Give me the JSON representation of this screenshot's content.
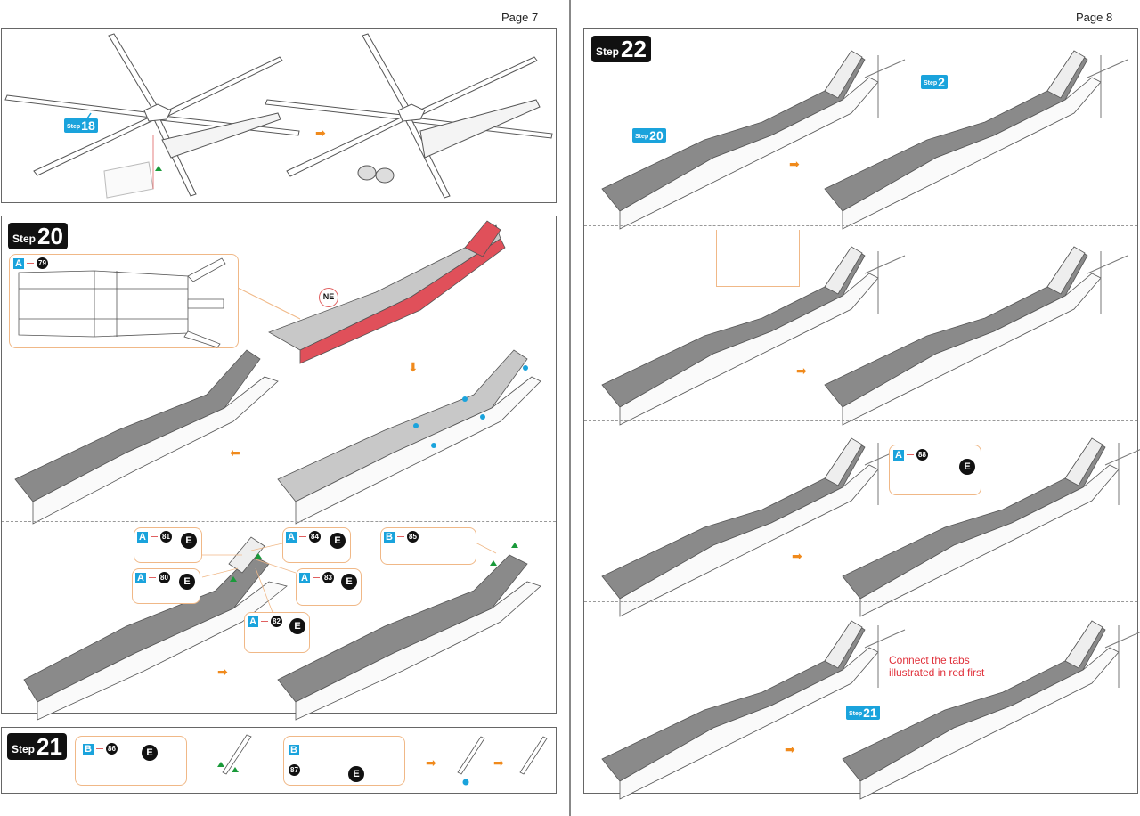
{
  "left_page": {
    "page_label": "Page 7",
    "step18_panel": {
      "ref_tag": {
        "word": "Step",
        "number": "18"
      }
    },
    "step20_panel": {
      "badge": {
        "word": "Step",
        "number": "20"
      },
      "detail": {
        "sheet": "A",
        "part": "79"
      },
      "ne_label": "NE",
      "sub_callouts": [
        {
          "sheet": "A",
          "part": "81",
          "tool": "E"
        },
        {
          "sheet": "A",
          "part": "80",
          "tool": "E"
        },
        {
          "sheet": "A",
          "part": "84",
          "tool": "E"
        },
        {
          "sheet": "A",
          "part": "83",
          "tool": "E"
        },
        {
          "sheet": "A",
          "part": "82",
          "tool": "E"
        },
        {
          "sheet": "B",
          "part": "85"
        }
      ]
    },
    "step21_panel": {
      "badge": {
        "word": "Step",
        "number": "21"
      },
      "callouts": [
        {
          "sheet": "B",
          "part": "86",
          "tool": "E"
        },
        {
          "sheet": "B",
          "part": "87",
          "tool": "E"
        }
      ]
    }
  },
  "right_page": {
    "page_label": "Page 8",
    "step22_panel": {
      "badge": {
        "word": "Step",
        "number": "22"
      },
      "refs": [
        {
          "word": "Step",
          "number": "20"
        },
        {
          "word": "Step",
          "number": "2"
        },
        {
          "word": "Step",
          "number": "21"
        }
      ],
      "detail_88": {
        "sheet": "A",
        "part": "88",
        "tool": "E"
      },
      "note": [
        "Connect the tabs",
        "illustrated in red first"
      ]
    }
  },
  "colors": {
    "accent_blue": "#1aa3dc",
    "arrow_orange": "#f08a1c",
    "callout_border": "#f0b887",
    "highlight_red": "#e0505a",
    "frame_gray": "#666666"
  }
}
